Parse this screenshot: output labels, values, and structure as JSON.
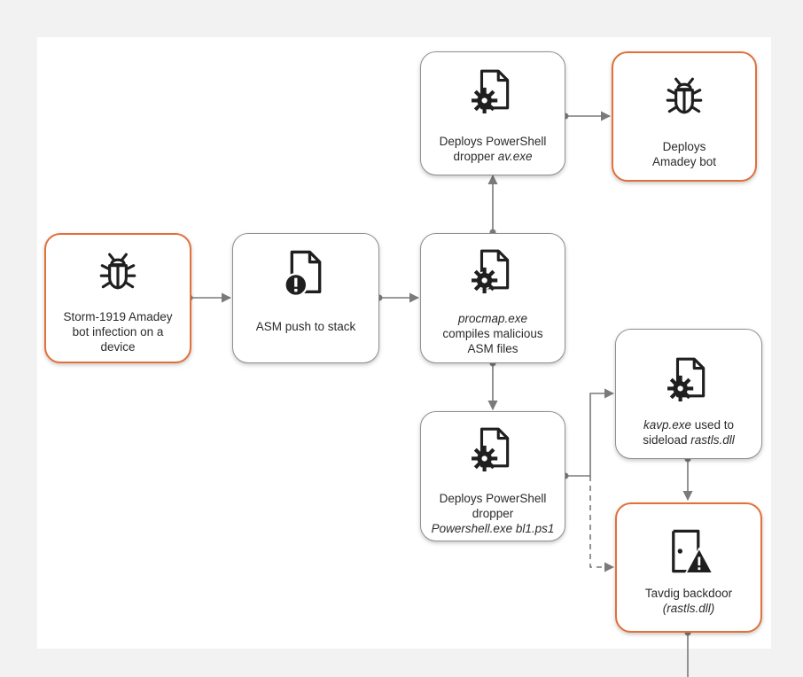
{
  "colors": {
    "accent_border": "#e2703a",
    "node_border": "#8f8f8f",
    "connector": "#7a7a7a",
    "icon": "#1f1f1f"
  },
  "nodes": {
    "storm": {
      "icon": "bug-icon",
      "lines": [
        "Storm-1919 Amadey",
        "bot infection on a",
        "device"
      ]
    },
    "asm_push": {
      "icon": "file-alert-icon",
      "lines": [
        "ASM push to stack"
      ]
    },
    "procmap": {
      "icon": "file-gear-icon",
      "line1_italic": "procmap.exe",
      "line2": "compiles malicious",
      "line3": "ASM files"
    },
    "ps_av": {
      "icon": "file-gear-icon",
      "line1": "Deploys PowerShell",
      "line2_text": "dropper ",
      "line2_italic": "av.exe"
    },
    "amadey": {
      "icon": "bug-icon",
      "lines": [
        "Deploys",
        "Amadey bot"
      ]
    },
    "ps_bl1": {
      "icon": "file-gear-icon",
      "line1": "Deploys PowerShell",
      "line2": "dropper",
      "line3_italic": "Powershell.exe bl1.ps1"
    },
    "kavp": {
      "icon": "file-gear-icon",
      "line1_italic": "kavp.exe",
      "line1_text": " used to",
      "line2_text": "sideload ",
      "line2_italic": "rastls.dll"
    },
    "tavdig": {
      "icon": "door-warning-icon",
      "line1": "Tavdig backdoor",
      "line2_italic": "(rastls.dll)"
    }
  }
}
